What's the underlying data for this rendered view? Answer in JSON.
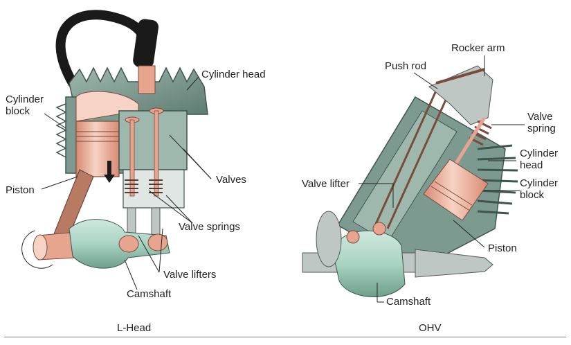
{
  "colors": {
    "casting_green": "#7c9a90",
    "casting_dark": "#4e6a61",
    "piston_pink": "#e7a48f",
    "piston_light": "#f6d3c5",
    "cam_green": "#a9d3c2",
    "rod_brown": "#b87a62",
    "metal_grey": "#bfc7c4",
    "wire_black": "#1a1a1a",
    "line": "#222222"
  },
  "lhead": {
    "caption": "L-Head",
    "labels": {
      "cylinder_head": "Cylinder head",
      "cylinder_block": "Cylinder\nblock",
      "valves": "Valves",
      "piston": "Piston",
      "valve_springs": "Valve springs",
      "valve_lifters": "Valve lifters",
      "camshaft": "Camshaft"
    }
  },
  "ohv": {
    "caption": "OHV",
    "labels": {
      "rocker_arm": "Rocker arm",
      "push_rod": "Push rod",
      "valve_spring": "Valve\nspring",
      "cylinder_head": "Cylinder\nhead",
      "valve_lifter": "Valve lifter",
      "cylinder_block": "Cylinder\nblock",
      "piston": "Piston",
      "camshaft": "Camshaft"
    }
  }
}
